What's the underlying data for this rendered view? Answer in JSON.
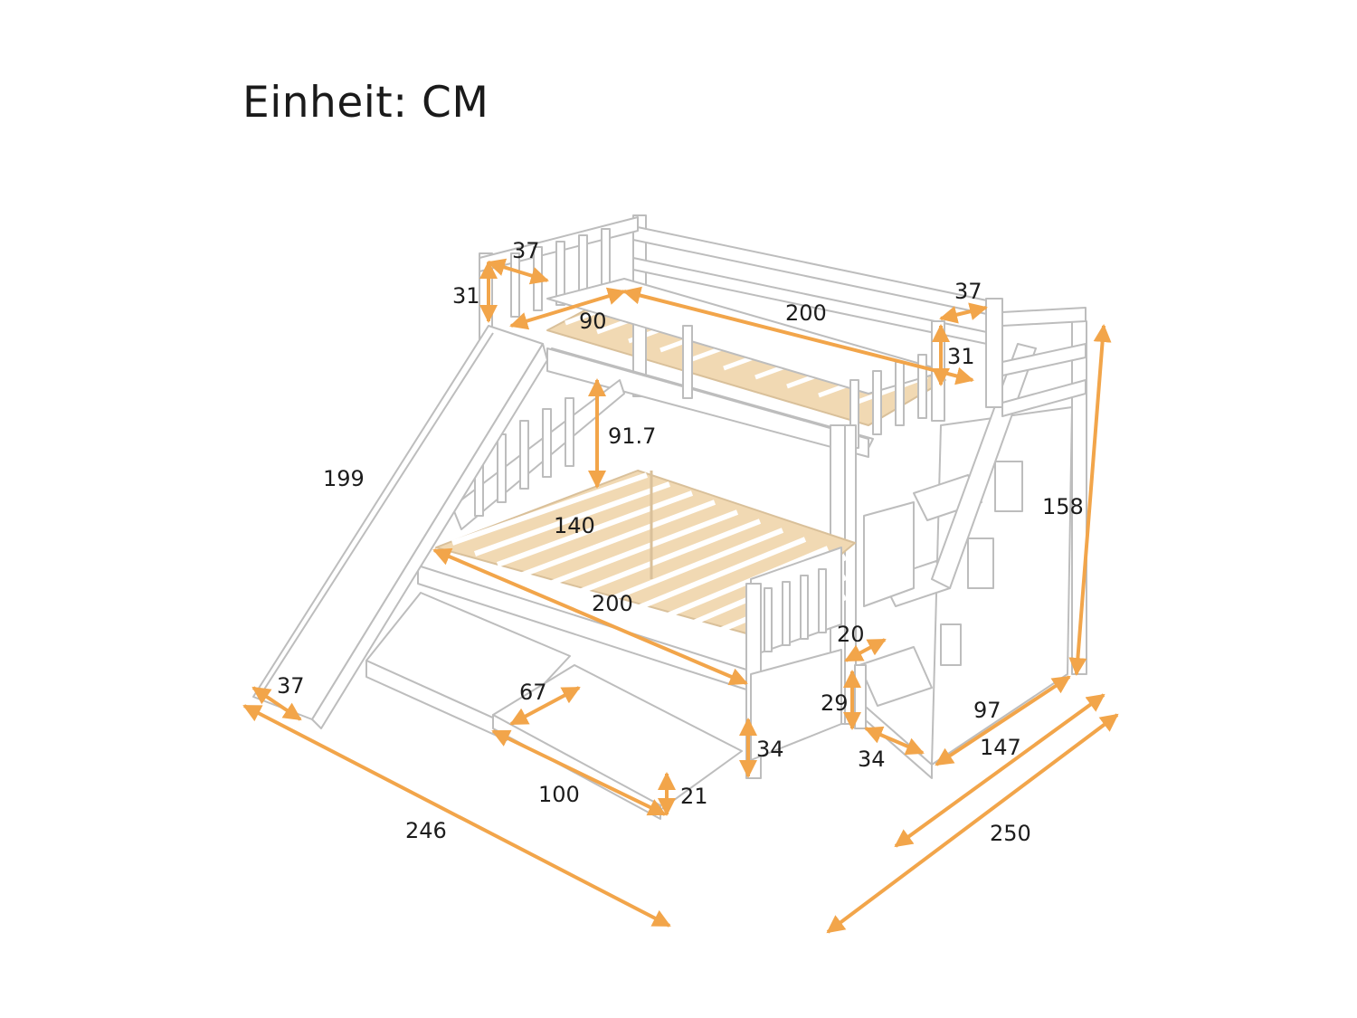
{
  "title": "Einheit: CM",
  "colors": {
    "arrow": "#F2A54A",
    "frame_stroke": "#BDBDBD",
    "frame_fill": "#FFFFFF",
    "slat": "#F1D9B3",
    "text": "#1C1C1C"
  },
  "dimensions": {
    "upper_rail_width": "37",
    "upper_rail_height": "31",
    "upper_width": "90",
    "upper_length": "200",
    "right_rail_width": "37",
    "right_rail_height": "31",
    "clearance": "91.7",
    "slide_length": "199",
    "total_height": "158",
    "lower_width": "140",
    "lower_length": "200",
    "step_height": "20",
    "slide_width": "37",
    "drawer_depth": "67",
    "stair_base": "29",
    "stair_depth": "97",
    "base_height": "34",
    "step_depth": "34",
    "stair_length": "147",
    "drawer_width": "100",
    "drawer_height": "21",
    "total_length": "246",
    "total_width": "250"
  }
}
